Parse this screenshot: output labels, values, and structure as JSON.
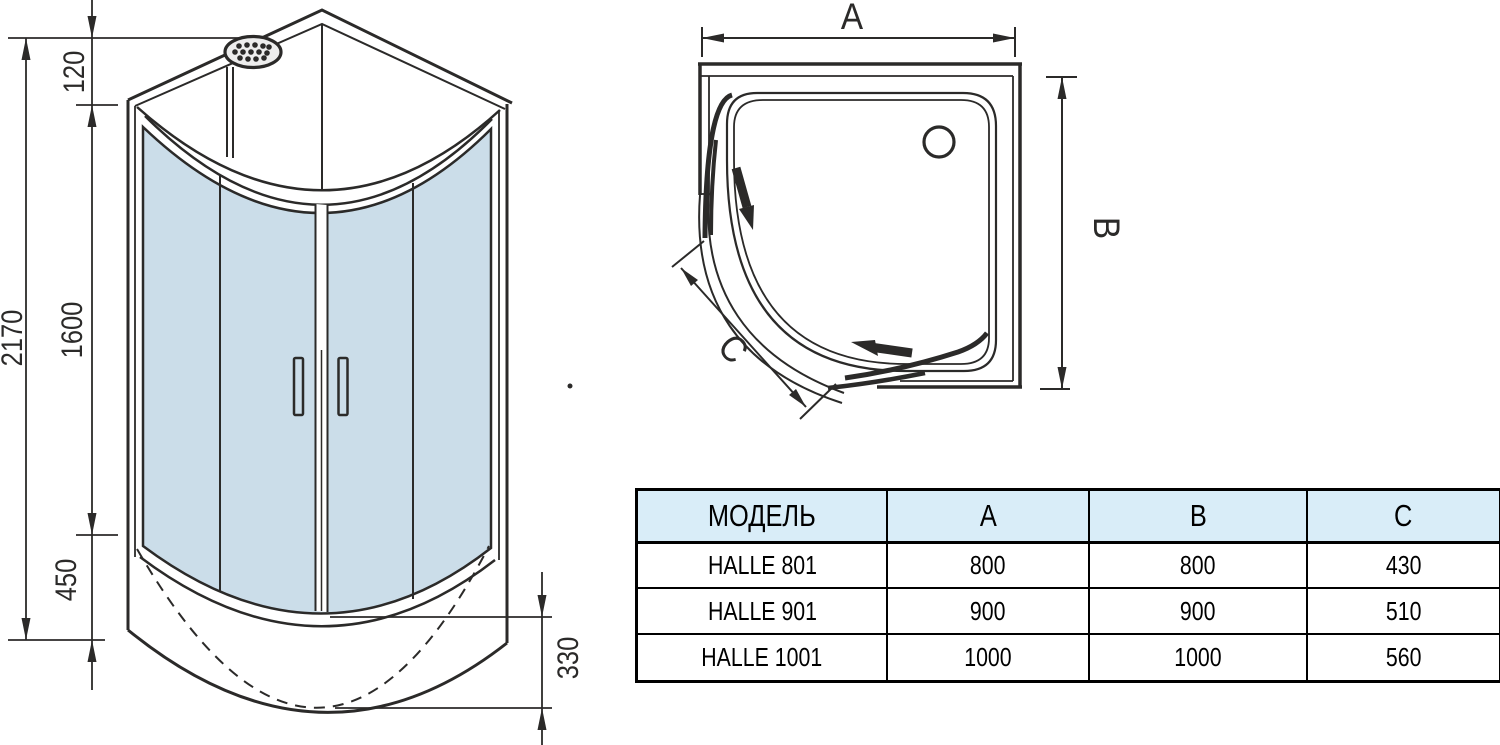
{
  "drawing": {
    "front_view": {
      "dim_total_height": "2170",
      "dim_roof": "120",
      "dim_glass": "1600",
      "dim_base": "450",
      "dim_tray_depth": "330"
    },
    "top_view": {
      "dim_width_label": "A",
      "dim_depth_label": "B",
      "dim_entry_label": "C"
    }
  },
  "table": {
    "headers": {
      "model": "МОДЕЛЬ",
      "a": "A",
      "b": "B",
      "c": "C"
    },
    "rows": [
      {
        "model": "HALLE 801",
        "a": "800",
        "b": "800",
        "c": "430"
      },
      {
        "model": "HALLE 901",
        "a": "900",
        "b": "900",
        "c": "510"
      },
      {
        "model": "HALLE 1001",
        "a": "1000",
        "b": "1000",
        "c": "560"
      }
    ]
  },
  "colors": {
    "line": "#2b2a29",
    "glass": "#cbdde9",
    "header_bg": "#d9edf8",
    "border": "#000000",
    "head_fill": "#ededed"
  }
}
